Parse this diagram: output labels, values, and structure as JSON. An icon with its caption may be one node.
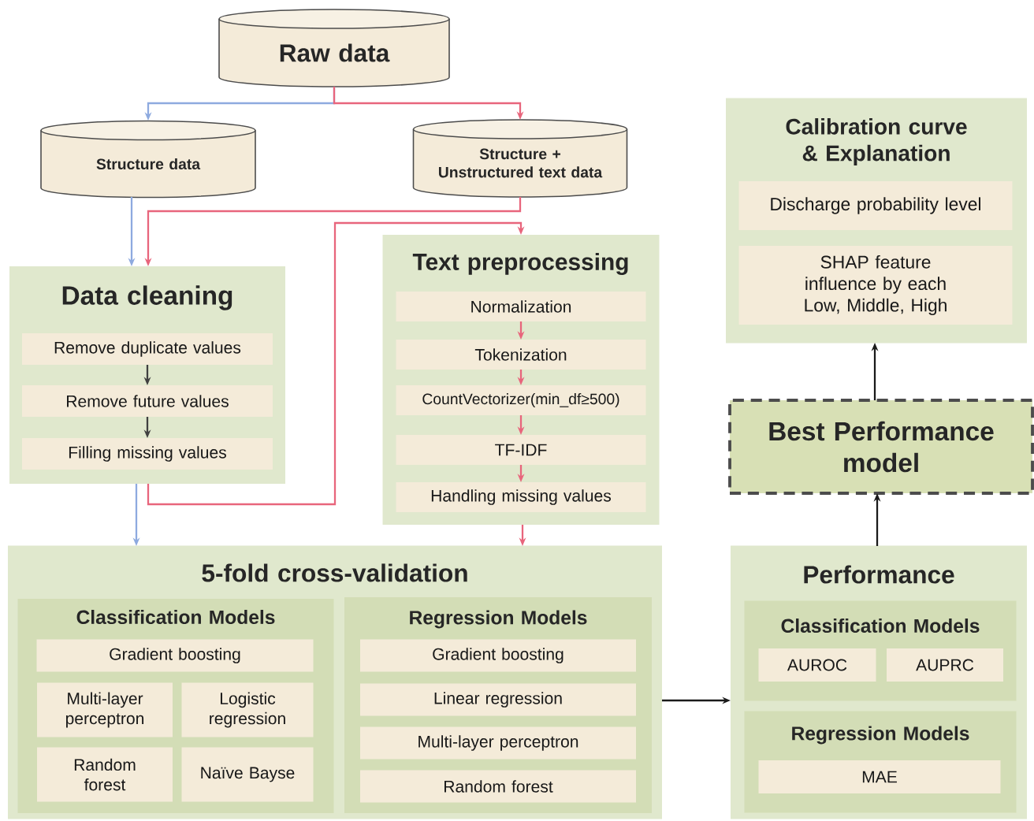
{
  "diagram": {
    "nodes": [
      {
        "text": [
          "Raw data"
        ]
      },
      {
        "text": [
          "Structure data"
        ]
      },
      {
        "text": [
          "Structure + Unstructured text data"
        ]
      },
      {
        "text": [
          "Data cleaning"
        ]
      },
      {
        "text": [
          "Remove duplicate values"
        ],
        "in": 3
      },
      {
        "text": [
          "Remove future values"
        ],
        "in": 3
      },
      {
        "text": [
          "Filling missing values"
        ],
        "in": 3
      },
      {
        "text": [
          "Text preprocessing"
        ]
      },
      {
        "text": [
          "Normalization"
        ],
        "in": 7
      },
      {
        "text": [
          "Tokenization"
        ],
        "in": 7
      },
      {
        "text": [
          "CountVectorizer(min_df≥500)"
        ],
        "in": 7
      },
      {
        "text": [
          "TF-IDF"
        ],
        "in": 7
      },
      {
        "text": [
          "Handling missing values"
        ],
        "in": 7
      },
      {
        "text": [
          "Calibration curve & Explanation"
        ]
      },
      {
        "text": [
          "Discharge probability level"
        ],
        "in": 13
      },
      {
        "text": [
          "SHAP feature influence by each Low, Middle, High"
        ],
        "in": 13
      },
      {
        "text": [
          "Best Performance model"
        ]
      },
      {
        "text": [
          "5-fold cross-validation"
        ]
      },
      {
        "text": [
          "Classification Models"
        ],
        "in": 17
      },
      {
        "text": [
          "Gradient boosting"
        ],
        "in": 18
      },
      {
        "text": [
          "Multi-layer perceptron"
        ],
        "in": 18
      },
      {
        "text": [
          "Logistic regression"
        ],
        "in": 18
      },
      {
        "text": [
          "Random forest"
        ],
        "in": 18
      },
      {
        "text": [
          "Naïve Bayse"
        ],
        "in": 18
      },
      {
        "text": [
          "Regression Models"
        ],
        "in": 17
      },
      {
        "text": [
          "Gradient boosting"
        ],
        "in": 24
      },
      {
        "text": [
          "Linear regression"
        ],
        "in": 24
      },
      {
        "text": [
          "Multi-layer perceptron"
        ],
        "in": 24
      },
      {
        "text": [
          "Random forest"
        ],
        "in": 24
      },
      {
        "text": [
          "Performance"
        ]
      },
      {
        "text": [
          "Classification Models"
        ],
        "in": 29
      },
      {
        "text": [
          "AUROC"
        ],
        "in": 30
      },
      {
        "text": [
          "AUPRC"
        ],
        "in": 30
      },
      {
        "text": [
          "Regression Models"
        ],
        "in": 29
      },
      {
        "text": [
          "MAE"
        ],
        "in": 33
      }
    ],
    "edges": [
      {
        "from": 0,
        "to": 1,
        "arrow": "to",
        "color": "#8eaadf"
      },
      {
        "from": 0,
        "to": 2,
        "arrow": "to"
      },
      {
        "from": 1,
        "to": 3,
        "arrow": "to",
        "color": "#8eaadf"
      },
      {
        "from": 2,
        "to": 3,
        "arrow": "to"
      },
      {
        "from": 3,
        "to": 7,
        "arrow": "to"
      },
      {
        "from": 3,
        "to": 17,
        "arrow": "to",
        "color": "#8eaadf"
      },
      {
        "from": 7,
        "to": 17,
        "arrow": "to"
      },
      {
        "from": 4,
        "to": 5,
        "arrow": "to",
        "color": "#404040"
      },
      {
        "from": 5,
        "to": 6,
        "arrow": "to",
        "color": "#404040"
      },
      {
        "from": 8,
        "to": 9,
        "arrow": "to"
      },
      {
        "from": 9,
        "to": 10,
        "arrow": "to"
      },
      {
        "from": 10,
        "to": 11,
        "arrow": "to"
      },
      {
        "from": 11,
        "to": 12,
        "arrow": "to"
      },
      {
        "from": 17,
        "to": 29,
        "arrow": "to",
        "color": "#1a1a1a"
      },
      {
        "from": 29,
        "to": 16,
        "arrow": "to",
        "color": "#1a1a1a"
      },
      {
        "from": 16,
        "to": 13,
        "arrow": "to",
        "color": "#1a1a1a"
      }
    ]
  }
}
